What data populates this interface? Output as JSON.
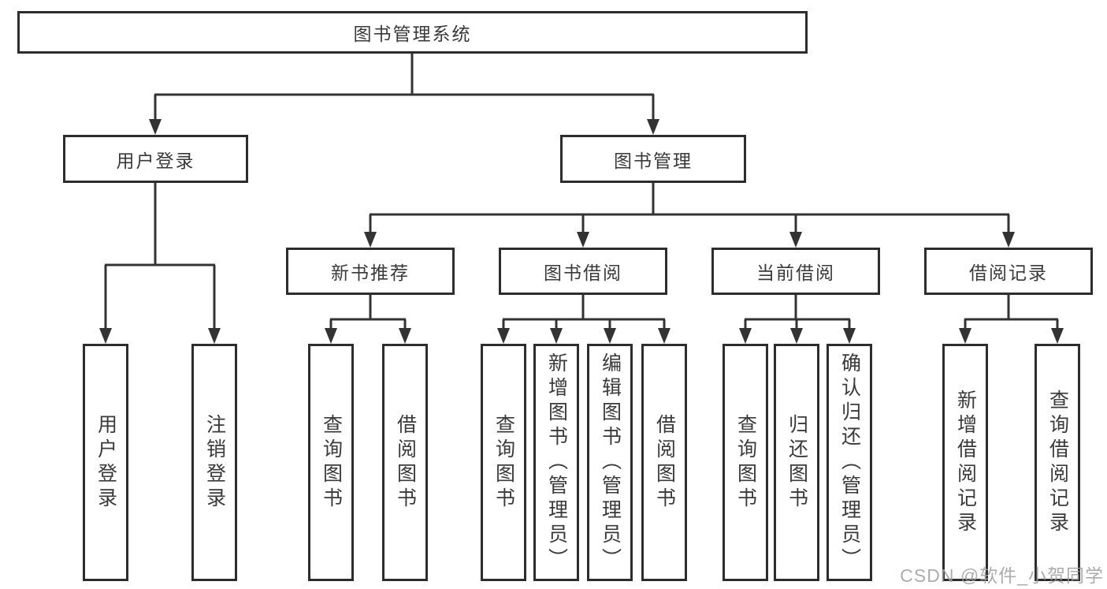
{
  "diagram": {
    "root": {
      "label": "图书管理系统"
    },
    "branches": [
      {
        "label": "用户登录",
        "children": [
          "用户登录",
          "注销登录"
        ]
      },
      {
        "label": "图书管理",
        "children": [
          {
            "label": "新书推荐",
            "children": [
              "查询图书",
              "借阅图书"
            ]
          },
          {
            "label": "图书借阅",
            "children": [
              "查询图书",
              "新增图书（管理员）",
              "编辑图书（管理员）",
              "借阅图书"
            ]
          },
          {
            "label": "当前借阅",
            "children": [
              "查询图书",
              "归还图书",
              "确认归还（管理员）"
            ]
          },
          {
            "label": "借阅记录",
            "children": [
              "新增借阅记录",
              "查询借阅记录"
            ]
          }
        ]
      }
    ]
  },
  "watermark": {
    "text": "CSDN @软件_小贺同学"
  },
  "colors": {
    "line": "#333333",
    "box_border": "#2d2d2d",
    "text": "#3a3a3a",
    "watermark": "#9e9e9e",
    "background": "#ffffff"
  }
}
